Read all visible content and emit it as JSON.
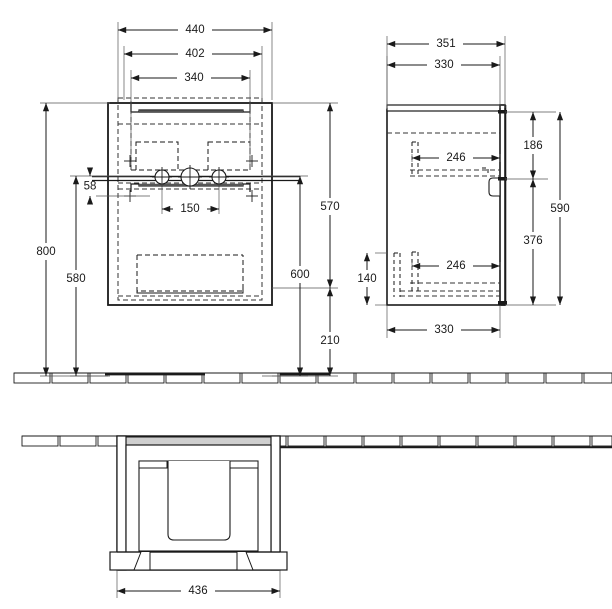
{
  "drawing": {
    "type": "technical-dimension-drawing",
    "subject": "Wall-hung vanity unit / washbasin cabinet",
    "units": "mm",
    "views": [
      {
        "name": "front-elevation",
        "label": ""
      },
      {
        "name": "side-elevation",
        "label": ""
      },
      {
        "name": "plan-bottom-view",
        "label": ""
      }
    ]
  },
  "dimensions": {
    "front": {
      "width_outer": "440",
      "width_middle": "402",
      "width_inner": "340",
      "bracket_spacing": "150",
      "offset_58": "58",
      "height_total": "800",
      "height_580": "580",
      "height_570": "570",
      "height_600": "600",
      "height_210": "210"
    },
    "side": {
      "depth_outer": "351",
      "depth_top": "330",
      "depth_bottom": "330",
      "shelf_upper": "246",
      "shelf_lower": "246",
      "height_total": "590",
      "height_upper": "186",
      "height_lower": "376",
      "height_140": "140"
    },
    "plan": {
      "width": "436"
    }
  },
  "colors": {
    "line": "#1a1a1a",
    "dim_line": "#333333",
    "hidden_line": "#333333",
    "fill_light": "#f2f2f2",
    "fill_grey": "#d9d9d9",
    "background": "#ffffff"
  }
}
